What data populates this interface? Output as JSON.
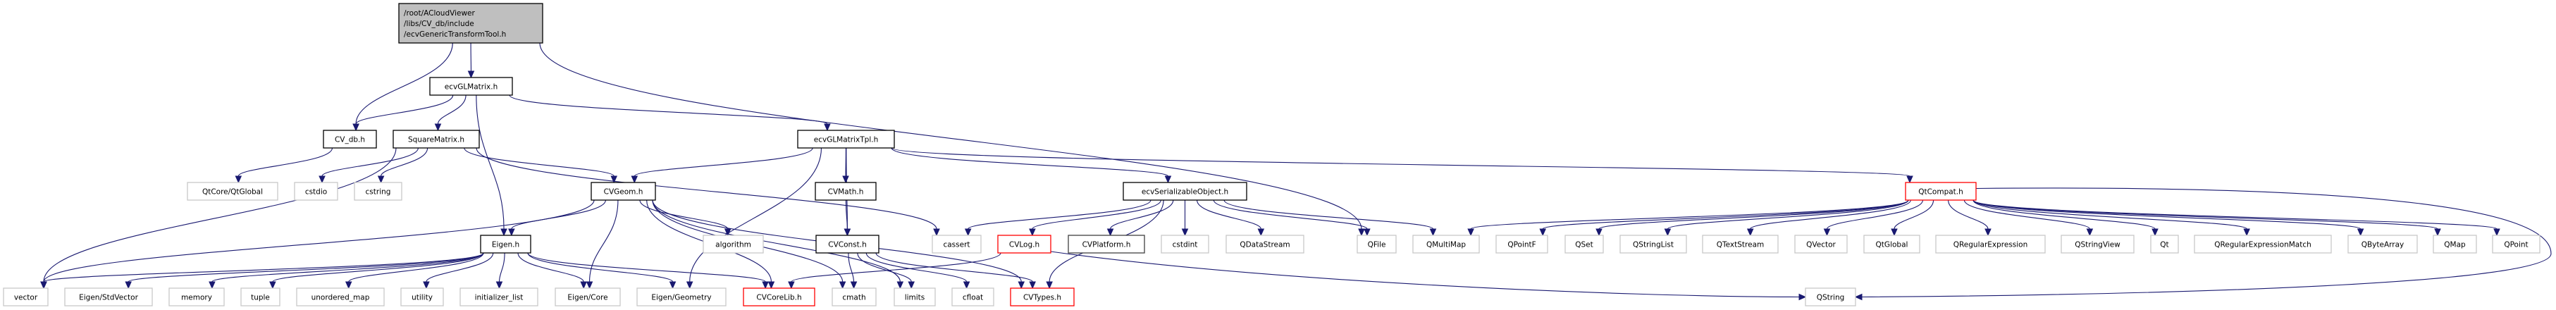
{
  "diagram": {
    "type": "include-dependency-graph",
    "colors": {
      "edge": "#191970",
      "root_fill": "#bfbfbf",
      "root_border": "#000000",
      "documented_border": "#000000",
      "platform_border": "#404040",
      "undocumented_border": "#c8c8c8",
      "truncated_border": "#ff0000",
      "fill": "#ffffff"
    },
    "nodes": [
      {
        "id": "root",
        "lines": [
          "/root/ACloudViewer",
          "/libs/CV_db/include",
          "/ecvGenericTransformTool.h"
        ],
        "kind": "root"
      },
      {
        "id": "ecvGLMatrix",
        "lines": [
          "ecvGLMatrix.h"
        ],
        "kind": "documented"
      },
      {
        "id": "CV_db",
        "lines": [
          "CV_db.h"
        ],
        "kind": "documented"
      },
      {
        "id": "SquareMatrix",
        "lines": [
          "SquareMatrix.h"
        ],
        "kind": "documented"
      },
      {
        "id": "ecvGLMatrixTpl",
        "lines": [
          "ecvGLMatrixTpl.h"
        ],
        "kind": "documented"
      },
      {
        "id": "QtCoreQtGlobal",
        "lines": [
          "QtCore/QtGlobal"
        ],
        "kind": "external"
      },
      {
        "id": "cstdio",
        "lines": [
          "cstdio"
        ],
        "kind": "external"
      },
      {
        "id": "cstring",
        "lines": [
          "cstring"
        ],
        "kind": "external"
      },
      {
        "id": "CVGeom",
        "lines": [
          "CVGeom.h"
        ],
        "kind": "documented"
      },
      {
        "id": "CVMath",
        "lines": [
          "CVMath.h"
        ],
        "kind": "documented"
      },
      {
        "id": "ecvSerializableObject",
        "lines": [
          "ecvSerializableObject.h"
        ],
        "kind": "documented"
      },
      {
        "id": "QtCompat",
        "lines": [
          "QtCompat.h"
        ],
        "kind": "truncated"
      },
      {
        "id": "Eigen",
        "lines": [
          "Eigen.h"
        ],
        "kind": "documented"
      },
      {
        "id": "algorithm",
        "lines": [
          "algorithm"
        ],
        "kind": "external"
      },
      {
        "id": "CVConst",
        "lines": [
          "CVConst.h"
        ],
        "kind": "documented"
      },
      {
        "id": "cassert",
        "lines": [
          "cassert"
        ],
        "kind": "external"
      },
      {
        "id": "CVLog",
        "lines": [
          "CVLog.h"
        ],
        "kind": "truncated"
      },
      {
        "id": "CVPlatform",
        "lines": [
          "CVPlatform.h"
        ],
        "kind": "platform"
      },
      {
        "id": "cstdint",
        "lines": [
          "cstdint"
        ],
        "kind": "external"
      },
      {
        "id": "QDataStream",
        "lines": [
          "QDataStream"
        ],
        "kind": "external"
      },
      {
        "id": "QFile",
        "lines": [
          "QFile"
        ],
        "kind": "external"
      },
      {
        "id": "QMultiMap",
        "lines": [
          "QMultiMap"
        ],
        "kind": "external"
      },
      {
        "id": "QPointF",
        "lines": [
          "QPointF"
        ],
        "kind": "external"
      },
      {
        "id": "QSet",
        "lines": [
          "QSet"
        ],
        "kind": "external"
      },
      {
        "id": "QStringList",
        "lines": [
          "QStringList"
        ],
        "kind": "external"
      },
      {
        "id": "QTextStream",
        "lines": [
          "QTextStream"
        ],
        "kind": "external"
      },
      {
        "id": "QVector",
        "lines": [
          "QVector"
        ],
        "kind": "external"
      },
      {
        "id": "QtGlobal",
        "lines": [
          "QtGlobal"
        ],
        "kind": "external"
      },
      {
        "id": "QRegularExpression",
        "lines": [
          "QRegularExpression"
        ],
        "kind": "external"
      },
      {
        "id": "QStringView",
        "lines": [
          "QStringView"
        ],
        "kind": "external"
      },
      {
        "id": "Qt",
        "lines": [
          "Qt"
        ],
        "kind": "external"
      },
      {
        "id": "QRegularExpressionMatch",
        "lines": [
          "QRegularExpressionMatch"
        ],
        "kind": "external"
      },
      {
        "id": "QByteArray",
        "lines": [
          "QByteArray"
        ],
        "kind": "external"
      },
      {
        "id": "QMap",
        "lines": [
          "QMap"
        ],
        "kind": "external"
      },
      {
        "id": "QPoint",
        "lines": [
          "QPoint"
        ],
        "kind": "external"
      },
      {
        "id": "vector",
        "lines": [
          "vector"
        ],
        "kind": "external"
      },
      {
        "id": "EigenStdVector",
        "lines": [
          "Eigen/StdVector"
        ],
        "kind": "external"
      },
      {
        "id": "memory",
        "lines": [
          "memory"
        ],
        "kind": "external"
      },
      {
        "id": "tuple",
        "lines": [
          "tuple"
        ],
        "kind": "external"
      },
      {
        "id": "unordered_map",
        "lines": [
          "unordered_map"
        ],
        "kind": "external"
      },
      {
        "id": "utility",
        "lines": [
          "utility"
        ],
        "kind": "external"
      },
      {
        "id": "initializer_list",
        "lines": [
          "initializer_list"
        ],
        "kind": "external"
      },
      {
        "id": "EigenCore",
        "lines": [
          "Eigen/Core"
        ],
        "kind": "external"
      },
      {
        "id": "EigenGeometry",
        "lines": [
          "Eigen/Geometry"
        ],
        "kind": "external"
      },
      {
        "id": "CVCoreLib",
        "lines": [
          "CVCoreLib.h"
        ],
        "kind": "truncated"
      },
      {
        "id": "cmath",
        "lines": [
          "cmath"
        ],
        "kind": "external"
      },
      {
        "id": "limits",
        "lines": [
          "limits"
        ],
        "kind": "external"
      },
      {
        "id": "cfloat",
        "lines": [
          "cfloat"
        ],
        "kind": "external"
      },
      {
        "id": "CVTypes",
        "lines": [
          "CVTypes.h"
        ],
        "kind": "truncated"
      },
      {
        "id": "QString",
        "lines": [
          "QString"
        ],
        "kind": "external"
      }
    ],
    "edges": [
      [
        "root",
        "ecvGLMatrix"
      ],
      [
        "root",
        "CV_db"
      ],
      [
        "root",
        "QFile"
      ],
      [
        "ecvGLMatrix",
        "CV_db"
      ],
      [
        "ecvGLMatrix",
        "SquareMatrix"
      ],
      [
        "ecvGLMatrix",
        "ecvGLMatrixTpl"
      ],
      [
        "ecvGLMatrix",
        "Eigen"
      ],
      [
        "CV_db",
        "QtCoreQtGlobal"
      ],
      [
        "SquareMatrix",
        "cstdio"
      ],
      [
        "SquareMatrix",
        "cstring"
      ],
      [
        "SquareMatrix",
        "CVGeom"
      ],
      [
        "SquareMatrix",
        "vector"
      ],
      [
        "SquareMatrix",
        "cassert"
      ],
      [
        "ecvGLMatrixTpl",
        "CVGeom"
      ],
      [
        "ecvGLMatrixTpl",
        "CVMath"
      ],
      [
        "ecvGLMatrixTpl",
        "CVConst"
      ],
      [
        "ecvGLMatrixTpl",
        "ecvSerializableObject"
      ],
      [
        "ecvGLMatrixTpl",
        "QtCompat"
      ],
      [
        "ecvGLMatrixTpl",
        "EigenGeometry"
      ],
      [
        "CVGeom",
        "Eigen"
      ],
      [
        "CVGeom",
        "algorithm"
      ],
      [
        "CVGeom",
        "vector"
      ],
      [
        "CVGeom",
        "EigenCore"
      ],
      [
        "CVGeom",
        "CVCoreLib"
      ],
      [
        "CVGeom",
        "cmath"
      ],
      [
        "CVGeom",
        "limits"
      ],
      [
        "CVGeom",
        "CVTypes"
      ],
      [
        "CVMath",
        "CVConst"
      ],
      [
        "CVConst",
        "cmath"
      ],
      [
        "CVConst",
        "limits"
      ],
      [
        "CVConst",
        "cfloat"
      ],
      [
        "CVConst",
        "CVTypes"
      ],
      [
        "ecvSerializableObject",
        "cassert"
      ],
      [
        "ecvSerializableObject",
        "CVLog"
      ],
      [
        "ecvSerializableObject",
        "CVPlatform"
      ],
      [
        "ecvSerializableObject",
        "cstdint"
      ],
      [
        "ecvSerializableObject",
        "QDataStream"
      ],
      [
        "ecvSerializableObject",
        "QFile"
      ],
      [
        "ecvSerializableObject",
        "QMultiMap"
      ],
      [
        "ecvSerializableObject",
        "CVTypes"
      ],
      [
        "CVLog",
        "CVCoreLib"
      ],
      [
        "CVLog",
        "QString"
      ],
      [
        "Eigen",
        "vector"
      ],
      [
        "Eigen",
        "EigenStdVector"
      ],
      [
        "Eigen",
        "memory"
      ],
      [
        "Eigen",
        "tuple"
      ],
      [
        "Eigen",
        "unordered_map"
      ],
      [
        "Eigen",
        "utility"
      ],
      [
        "Eigen",
        "initializer_list"
      ],
      [
        "Eigen",
        "EigenCore"
      ],
      [
        "Eigen",
        "EigenGeometry"
      ],
      [
        "Eigen",
        "CVCoreLib"
      ],
      [
        "QtCompat",
        "QMultiMap"
      ],
      [
        "QtCompat",
        "QPointF"
      ],
      [
        "QtCompat",
        "QSet"
      ],
      [
        "QtCompat",
        "QStringList"
      ],
      [
        "QtCompat",
        "QTextStream"
      ],
      [
        "QtCompat",
        "QVector"
      ],
      [
        "QtCompat",
        "QtGlobal"
      ],
      [
        "QtCompat",
        "QRegularExpression"
      ],
      [
        "QtCompat",
        "QStringView"
      ],
      [
        "QtCompat",
        "Qt"
      ],
      [
        "QtCompat",
        "QRegularExpressionMatch"
      ],
      [
        "QtCompat",
        "QByteArray"
      ],
      [
        "QtCompat",
        "QMap"
      ],
      [
        "QtCompat",
        "QPoint"
      ],
      [
        "QtCompat",
        "QString"
      ]
    ]
  }
}
